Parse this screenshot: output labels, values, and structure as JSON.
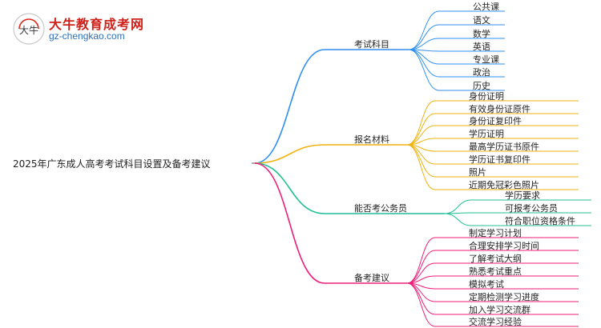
{
  "logo": {
    "mark_text": "大牛",
    "title": "大牛教育成考网",
    "url": "gz-chengkao.com"
  },
  "root": "2025年广东成人高考考试科目设置及备考建议",
  "branches": [
    {
      "label": "考试科目",
      "color": "#2f8ff0",
      "leaves": [
        "公共课",
        "语文",
        "数学",
        "英语",
        "专业课",
        "政治",
        "历史"
      ]
    },
    {
      "label": "报名材料",
      "color": "#f0b20e",
      "leaves": [
        "身份证明",
        "有效身份证原件",
        "身份证复印件",
        "学历证明",
        "最高学历证书原件",
        "学历证书复印件",
        "照片",
        "近期免冠彩色照片"
      ]
    },
    {
      "label": "能否考公务员",
      "color": "#1fbf95",
      "leaves": [
        "学历要求",
        "可报考公务员",
        "符合职位资格条件"
      ]
    },
    {
      "label": "备考建议",
      "color": "#ee1e7a",
      "leaves": [
        "制定学习计划",
        "合理安排学习时间",
        "了解考试大纲",
        "熟悉考试重点",
        "模拟考试",
        "定期检测学习进度",
        "加入学习交流群",
        "交流学习经验"
      ]
    }
  ]
}
